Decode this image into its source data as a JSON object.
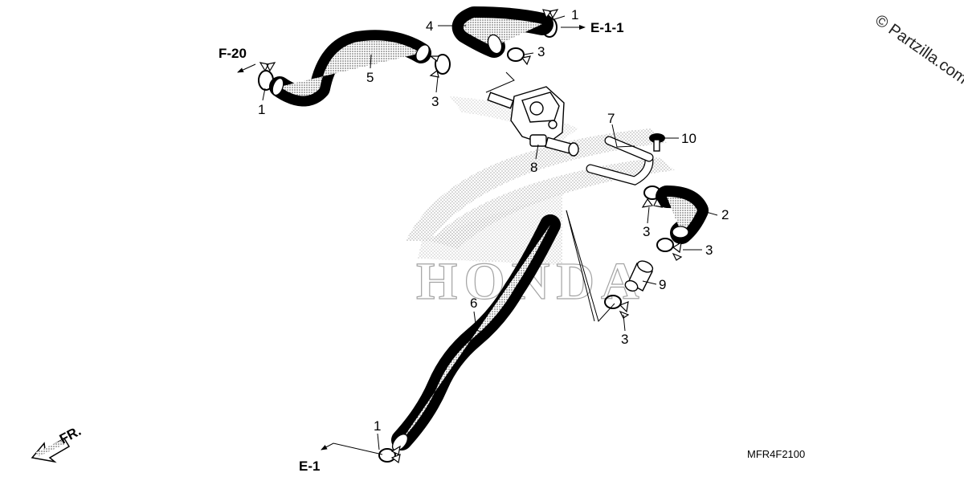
{
  "watermark": "© Partzilla.com",
  "diagram_code": "MFR4F2100",
  "references": {
    "f20": "F-20",
    "e11": "E-1-1",
    "e1": "E-1",
    "front": "FR."
  },
  "callouts": [
    {
      "id": "c1a",
      "text": "1"
    },
    {
      "id": "c1b",
      "text": "1"
    },
    {
      "id": "c1c",
      "text": "1"
    },
    {
      "id": "c2",
      "text": "2"
    },
    {
      "id": "c3a",
      "text": "3"
    },
    {
      "id": "c3b",
      "text": "3"
    },
    {
      "id": "c3c",
      "text": "3"
    },
    {
      "id": "c3d",
      "text": "3"
    },
    {
      "id": "c3e",
      "text": "3"
    },
    {
      "id": "c4",
      "text": "4"
    },
    {
      "id": "c5",
      "text": "5"
    },
    {
      "id": "c6",
      "text": "6"
    },
    {
      "id": "c7",
      "text": "7"
    },
    {
      "id": "c8",
      "text": "8"
    },
    {
      "id": "c9",
      "text": "9"
    },
    {
      "id": "c10",
      "text": "10"
    }
  ],
  "colors": {
    "line": "#000000",
    "background": "#ffffff",
    "hose_dots": "#444444",
    "logo_dots": "#9a9a9a"
  }
}
